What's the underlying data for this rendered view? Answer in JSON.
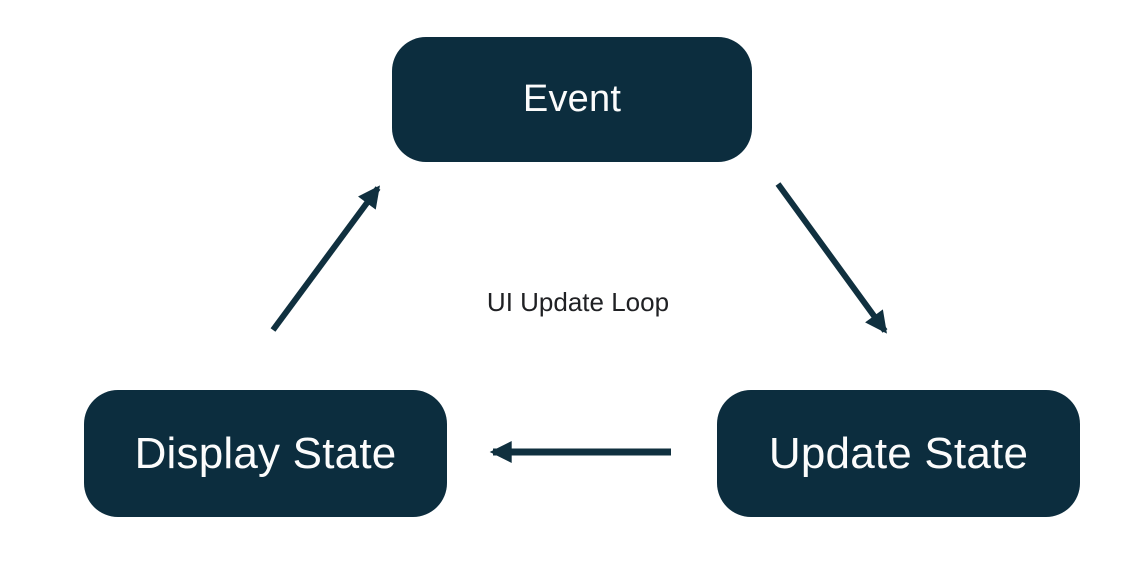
{
  "diagram": {
    "caption": "UI Update Loop",
    "nodes": [
      {
        "id": "event",
        "label": "Event"
      },
      {
        "id": "display-state",
        "label": "Display State"
      },
      {
        "id": "update-state",
        "label": "Update State"
      }
    ],
    "arrows": [
      {
        "from": "display-state",
        "to": "event"
      },
      {
        "from": "event",
        "to": "update-state"
      },
      {
        "from": "update-state",
        "to": "display-state"
      }
    ],
    "colors": {
      "node_fill": "#0C2D3E",
      "node_text": "#FCFCFC",
      "arrow": "#10303F",
      "caption_text": "#202124",
      "background": "#FFFFFF"
    }
  }
}
